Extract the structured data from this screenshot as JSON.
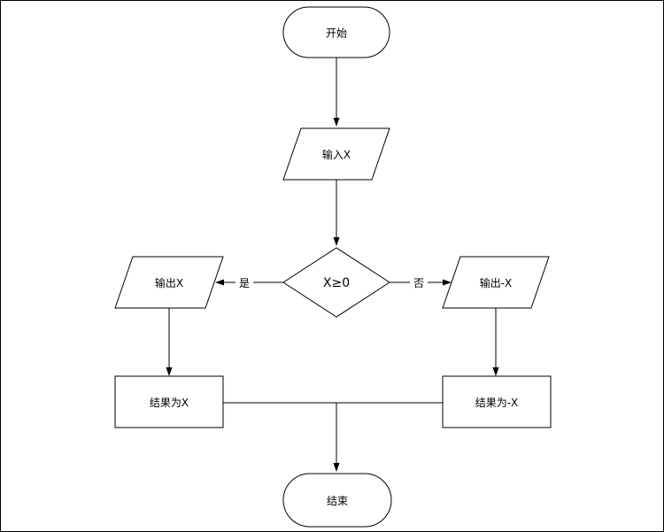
{
  "diagram": {
    "type": "flowchart",
    "colors": {
      "stroke": "#000000",
      "shape_fill": "#ffffff",
      "text": "#000000",
      "background": "#ffffff",
      "border": "#000000"
    },
    "nodes": {
      "start": {
        "shape": "terminator",
        "label": "开始"
      },
      "input": {
        "shape": "parallelogram",
        "label": "输入X"
      },
      "decision": {
        "shape": "diamond",
        "label": "X≥0"
      },
      "output_pos": {
        "shape": "parallelogram",
        "label": "输出X"
      },
      "output_neg": {
        "shape": "parallelogram",
        "label": "输出-X"
      },
      "result_pos": {
        "shape": "process",
        "label": "结果为X"
      },
      "result_neg": {
        "shape": "process",
        "label": "结果为-X"
      },
      "end": {
        "shape": "terminator",
        "label": "结束"
      }
    },
    "edges": [
      {
        "from": "start",
        "to": "input",
        "label": ""
      },
      {
        "from": "input",
        "to": "decision",
        "label": ""
      },
      {
        "from": "decision",
        "to": "output_pos",
        "label": "是"
      },
      {
        "from": "decision",
        "to": "output_neg",
        "label": "否"
      },
      {
        "from": "output_pos",
        "to": "result_pos",
        "label": ""
      },
      {
        "from": "output_neg",
        "to": "result_neg",
        "label": ""
      },
      {
        "from": "result_pos",
        "to": "end",
        "label": ""
      },
      {
        "from": "result_neg",
        "to": "end",
        "label": ""
      }
    ]
  }
}
